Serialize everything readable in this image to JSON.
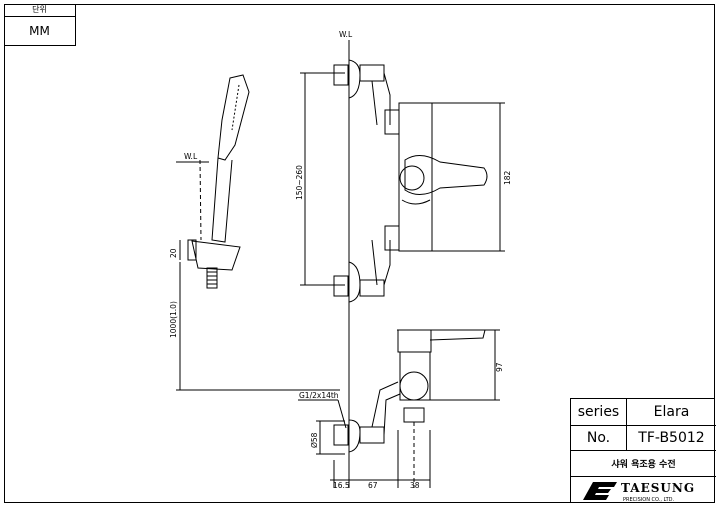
{
  "unit_box": {
    "header": "단위",
    "value": "MM"
  },
  "title_block": {
    "series_label": "series",
    "series_value": "Elara",
    "no_label": "No.",
    "no_value": "TF-B5012",
    "product_name": "샤워 욕조용 수전",
    "company": "TAESUNG",
    "company_sub": "PRECISION CO., LTD."
  },
  "labels": {
    "wl_top": "W.L",
    "wl_left": "W.L",
    "thread": "G1/2x14th"
  },
  "dimensions": {
    "d_150_260": "150~260",
    "d_182": "182",
    "d_20": "20",
    "d_1000": "1000(1.0)",
    "d_97": "97",
    "d_58": "Ø58",
    "d_16_5": "16.5",
    "d_67": "67",
    "d_38": "38"
  }
}
